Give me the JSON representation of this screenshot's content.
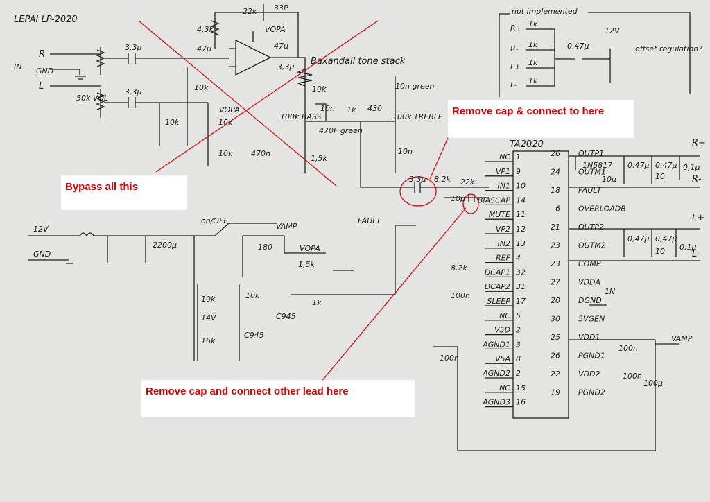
{
  "title": "LEPAI LP-2020",
  "annotations": {
    "bypass": "Bypass all this",
    "remove_cap_connect": "Remove cap & connect to here",
    "remove_cap_other": "Remove cap and connect other lead here"
  },
  "labels": {
    "in": "IN.",
    "r": "R",
    "gnd": "GND",
    "l": "L",
    "vol": "50k\nVOL",
    "baxandall": "Baxandall tone stack",
    "bass": "100k BASS",
    "treble": "100k TREBLE",
    "green1": "10n green",
    "green2": "470F green",
    "vopa": "VOPA",
    "vamp": "VAMP",
    "onoff": "on/OFF",
    "v12": "12V",
    "gnd2": "GND",
    "fault": "FAULT",
    "not_impl": "not implemented",
    "offset": "offset regulation?",
    "chip": "TA2020",
    "c9815": "C945",
    "c9845": "C945",
    "z14v": "14V"
  },
  "chip_left_pins": [
    {
      "name": "NC",
      "num": "1"
    },
    {
      "name": "VP1",
      "num": "9"
    },
    {
      "name": "IN1",
      "num": "10"
    },
    {
      "name": "BIASCAP",
      "num": "14"
    },
    {
      "name": "MUTE",
      "num": "11"
    },
    {
      "name": "VP2",
      "num": "12"
    },
    {
      "name": "IN2",
      "num": "13"
    },
    {
      "name": "REF",
      "num": "4"
    },
    {
      "name": "DCAP1",
      "num": "32"
    },
    {
      "name": "DCAP2",
      "num": "31"
    },
    {
      "name": "SLEEP",
      "num": "17"
    },
    {
      "name": "NC",
      "num": "5"
    },
    {
      "name": "V5D",
      "num": "2"
    },
    {
      "name": "AGND1",
      "num": "3"
    },
    {
      "name": "V5A",
      "num": "8"
    },
    {
      "name": "AGND2",
      "num": "2"
    },
    {
      "name": "NC",
      "num": "15"
    },
    {
      "name": "AGND3",
      "num": "16"
    }
  ],
  "chip_right_pins": [
    {
      "name": "OUTP1",
      "num": "26"
    },
    {
      "name": "OUTM1",
      "num": "24"
    },
    {
      "name": "FAULT",
      "num": "18"
    },
    {
      "name": "OVERLOADB",
      "num": "6"
    },
    {
      "name": "OUTP2",
      "num": "21"
    },
    {
      "name": "OUTM2",
      "num": "23"
    },
    {
      "name": "COMP",
      "num": "23"
    },
    {
      "name": "VDDA",
      "num": "27"
    },
    {
      "name": "DGND",
      "num": "20"
    },
    {
      "name": "5VGEN",
      "num": "30"
    },
    {
      "name": "VDD1",
      "num": "25"
    },
    {
      "name": "PGND1",
      "num": "26"
    },
    {
      "name": "VDD2",
      "num": "22"
    },
    {
      "name": "PGND2",
      "num": "19"
    }
  ],
  "outputs": [
    "R+",
    "R-",
    "L+",
    "L-"
  ],
  "component_values": {
    "r22k": "22k",
    "c33p": "33P",
    "r43k": "4,3k",
    "c47u": "47µ",
    "c47u2": "47µ",
    "c33u_a": "3,3µ",
    "c33u_b": "3,3µ",
    "c33u_c": "3,3µ",
    "r10k_a": "10k",
    "r10k_b": "10k",
    "r10k_c": "10k",
    "r10k_d": "10k",
    "c470n": "470n",
    "r10k_e": "10k",
    "c10n": "10n",
    "r1k": "1k",
    "r430": "430",
    "r15k": "1,5k",
    "c10n_b": "10n",
    "c33u_d": "3,3µ",
    "r82k": "8,2k",
    "r22k_b": "22k",
    "c10u": "10µ",
    "c2200u": "2200µ",
    "r180": "180",
    "r15k_b": "1,5k",
    "r10k_f": "10k",
    "r10k_g": "10k",
    "r16k": "16k",
    "r1k_b": "1k",
    "r82k_b": "8,2k",
    "c100n": "100n",
    "c1n": "1N",
    "c100n_b": "100n",
    "c100n_c": "100n",
    "c100u": "100µ",
    "d1n5817": "1N5817",
    "c047u": "0,47µ",
    "c047u_b": "0,47µ",
    "c01u": "0,1µ",
    "r10": "10",
    "c10u_b": "10µ",
    "c047u_c": "0,47µ",
    "c047u_d": "0,47µ",
    "r10_b": "10",
    "c01u_b": "0,1µ",
    "r1k_n1": "1k",
    "r1k_n2": "1k",
    "r1k_n3": "1k",
    "r1k_n4": "1k",
    "c047u_n": "0,47µ",
    "v12b": "12V",
    "rplus": "R+",
    "rminus": "R-",
    "lplus": "L+",
    "lminus": "L-"
  }
}
